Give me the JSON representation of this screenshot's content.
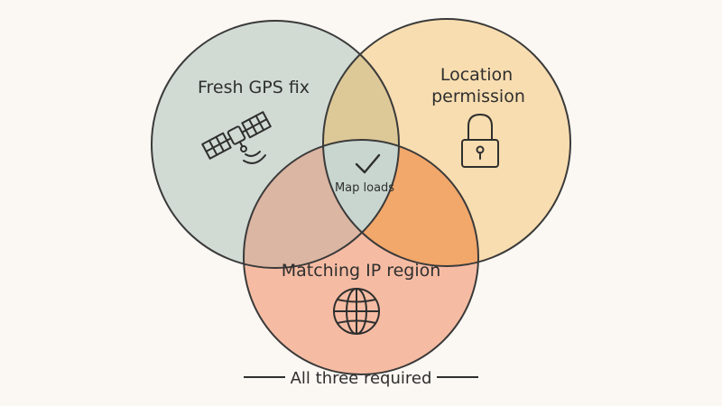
{
  "sets": [
    {
      "key": "gps",
      "label": "Fresh GPS fix",
      "color": "#c3d2c9",
      "icon": "satellite-icon"
    },
    {
      "key": "permission",
      "label_lines": [
        "Location",
        "permission"
      ],
      "color": "#f7d49a",
      "icon": "padlock-icon"
    },
    {
      "key": "ip",
      "label": "Matching IP region",
      "color": "#f4a583",
      "icon": "globe-icon"
    }
  ],
  "center": {
    "label": "Map loads",
    "icon": "checkmark-icon"
  },
  "caption": "All three required"
}
